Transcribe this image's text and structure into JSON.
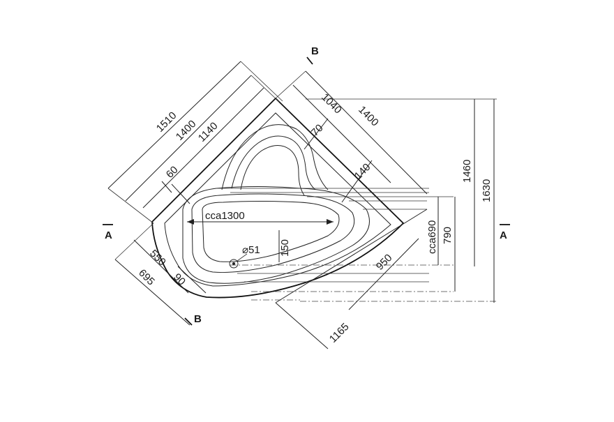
{
  "drawing": {
    "dimensions": {
      "d1510": "1510",
      "d1400_left": "1400",
      "d1140": "1140",
      "d1040": "1040",
      "d1400_right": "1400",
      "d70": "70",
      "d140": "140",
      "d60": "60",
      "d1460": "1460",
      "d1630": "1630",
      "cca1300": "cca1300",
      "d150": "150",
      "phi51": "⌀51",
      "cca690": "cca690",
      "d790": "790",
      "d950": "950",
      "d550": "550",
      "d695": "695",
      "d90": "90",
      "d1165": "1165"
    },
    "sections": {
      "a_left": "A",
      "a_right": "A",
      "b_top": "B",
      "b_bottom": "B"
    }
  }
}
